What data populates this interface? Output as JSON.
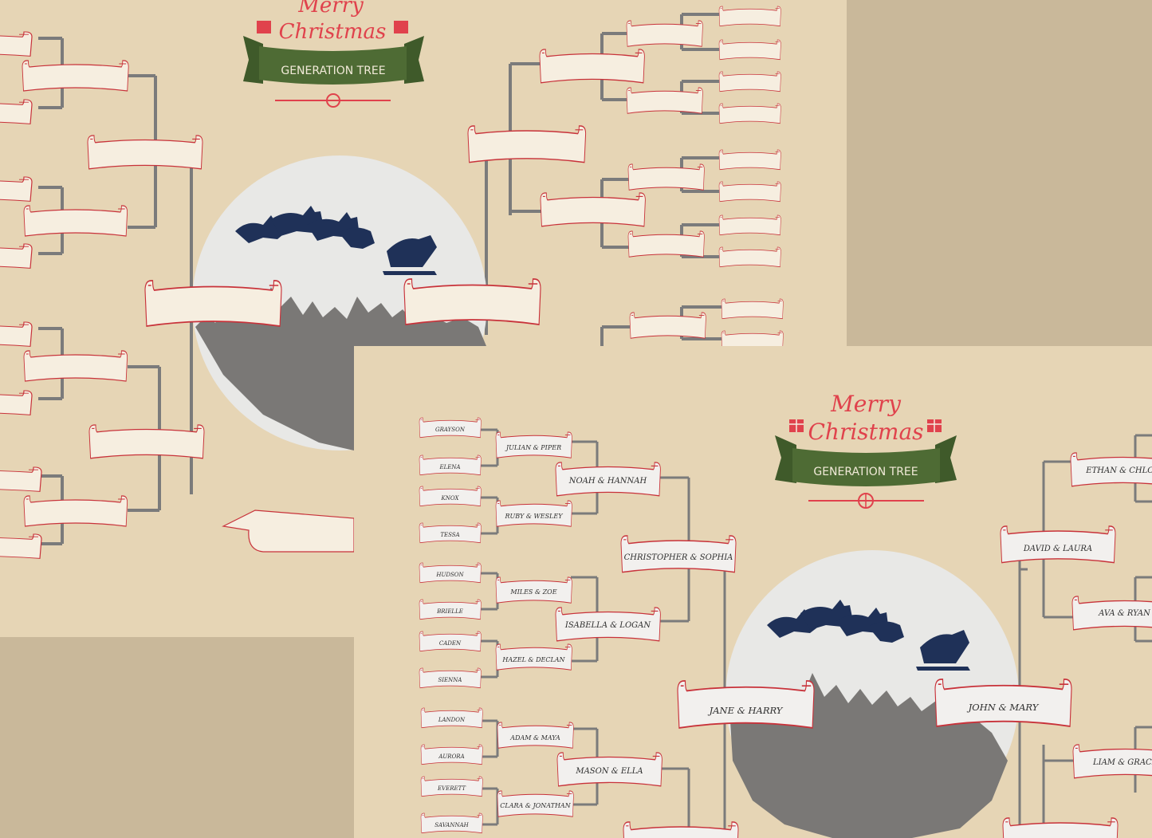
{
  "title": {
    "merry": "Merry",
    "christmas": "Christmas",
    "banner": "GENERATION TREE"
  },
  "colors": {
    "parchment": "#e6d5b5",
    "background": "#c9b89a",
    "scroll_outline": "#c8323a",
    "banner_green": "#4e6b34",
    "accent_red": "#e0424c",
    "sleigh_blue": "#1f3158",
    "tree_gray": "#7a7876",
    "moon": "#e8e8e6",
    "branch": "#7b7b7b"
  },
  "icons": [
    "gift-icon",
    "snowflake-icon",
    "reindeer-sleigh-silhouette",
    "pine-forest-silhouette"
  ],
  "tree": {
    "root_left": "JANE & HARRY",
    "root_right": "JOHN & MARY",
    "gen2_left": [
      "CHRISTOPHER & SOPHIA",
      "ISABELLA & LOGAN",
      "MASON & ELLA"
    ],
    "gen2_right": [
      "DAVID & LAURA",
      "AVA & RYAN",
      "LIAM & GRACE"
    ],
    "gen3_left": [
      "NOAH & HANNAH"
    ],
    "gen3_right": [
      "ETHAN & CHLOE"
    ],
    "couples": [
      "JULIAN & PIPER",
      "RUBY & WESLEY",
      "MILES & ZOE",
      "HAZEL & DECLAN",
      "ADAM & MAYA",
      "CLARA & JONATHAN"
    ],
    "children": [
      "GRAYSON",
      "ELENA",
      "KNOX",
      "TESSA",
      "HUDSON",
      "BRIELLE",
      "CADEN",
      "SIENNA",
      "LANDON",
      "AURORA",
      "EVERETT",
      "SAVANNAH"
    ]
  }
}
